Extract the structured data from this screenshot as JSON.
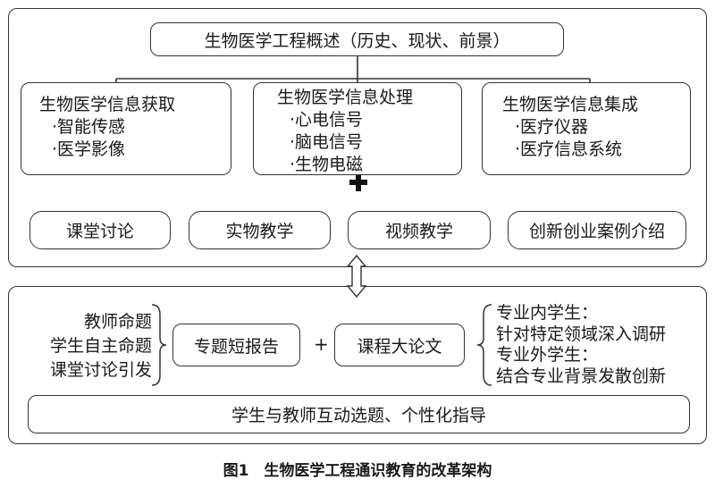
{
  "top": {
    "title": "生物医学工程概述（历史、现状、前景）",
    "columns": [
      {
        "heading": "生物医学信息获取",
        "items": [
          "智能传感",
          "医学影像"
        ]
      },
      {
        "heading": "生物医学信息处理",
        "items": [
          "心电信号",
          "脑电信号",
          "生物电磁"
        ]
      },
      {
        "heading": "生物医学信息集成",
        "items": [
          "医疗仪器",
          "医疗信息系统"
        ]
      }
    ],
    "methods": [
      "课堂讨论",
      "实物教学",
      "视频教学",
      "创新创业案例介绍"
    ]
  },
  "bottom": {
    "sources": [
      "教师命题",
      "学生自主命题",
      "课堂讨论引发"
    ],
    "report": "专题短报告",
    "plus": "+",
    "thesis": "课程大论文",
    "students": [
      "专业内学生：",
      "针对特定领域深入调研",
      "专业外学生：",
      "结合专业背景发散创新"
    ],
    "guidance": "学生与教师互动选题、个性化指导"
  },
  "caption": "图1　生物医学工程通识教育的改革架构"
}
